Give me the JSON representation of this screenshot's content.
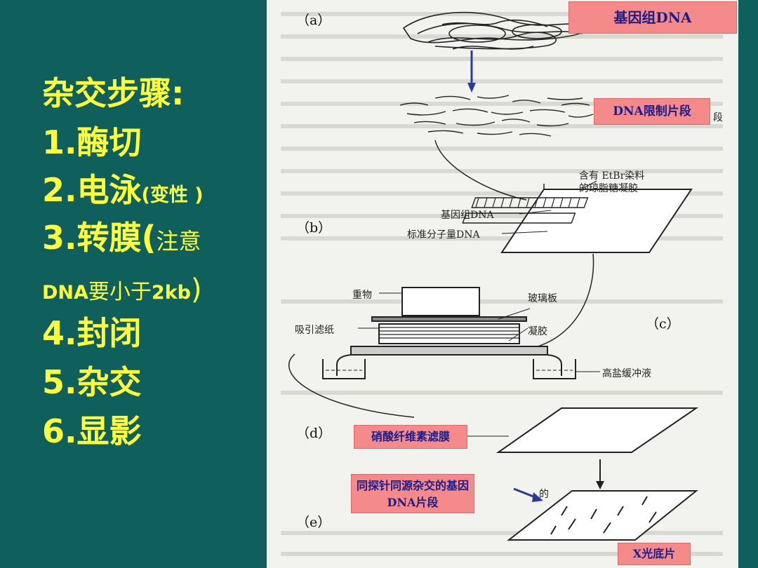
{
  "left": {
    "title": "杂交步骤:",
    "step1": "1.酶切",
    "step2_main": "2.电泳",
    "step2_note": "(变性 )",
    "step3_main": "3.转膜(",
    "step3_note": "注意",
    "step3_line2_a": "DNA",
    "step3_line2_b": "要小于",
    "step3_line2_c": "2kb",
    "step3_line2_d": ")",
    "step4": "4.封闭",
    "step5": "5.杂交",
    "step6": "6.显影"
  },
  "diagram": {
    "labels": {
      "genomic_dna_box": "基因组DNA",
      "restriction_fragments_box": "DNA限制片段",
      "nitrocellulose_box": "硝酸纤维素滤膜",
      "probe_box": "同探针同源杂交的基因DNA片段",
      "xray_box": "X光底片"
    },
    "parts": {
      "a": "（a）",
      "b": "（b）",
      "c": "（c）",
      "d": "（d）",
      "e": "（e）"
    },
    "printed": {
      "gel_line1": "含有 EtBr染料",
      "gel_line2": "的琼脂糖凝胶",
      "genomic": "基因组DNA",
      "marker": "标准分子量DNA",
      "weight": "重物",
      "glass": "玻璃板",
      "blotting_paper": "吸引滤纸",
      "gel": "凝胶",
      "buffer": "高盐缓冲液",
      "duan": "段",
      "de": "的"
    }
  }
}
